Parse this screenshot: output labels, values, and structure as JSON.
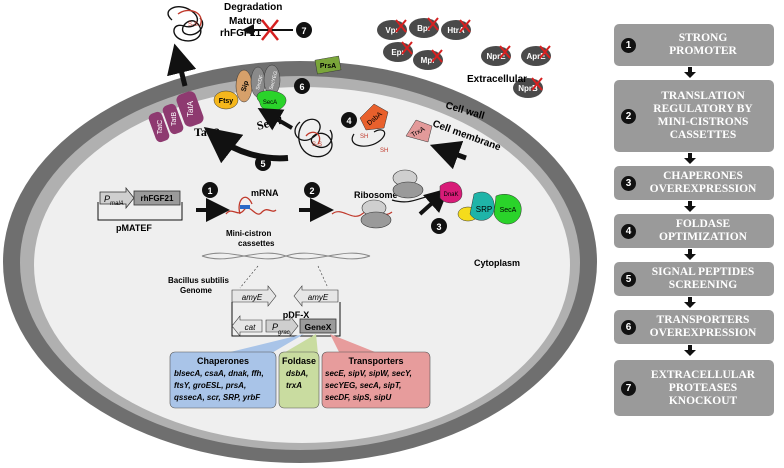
{
  "labels": {
    "degradation": "Degradation",
    "mature": "Mature",
    "product": "rhFGF21",
    "extracellular": "Extracellular",
    "cell_wall": "Cell wall",
    "cell_membrane": "Cell membrane",
    "cytoplasm": "Cytoplasm",
    "tat_q": "Tat ?",
    "sec_q": "Sec ?",
    "mrna": "mRNA",
    "ribosome": "Ribosome",
    "minicistron": "Mini-cistron\ncassettes",
    "pmatef": "pMATEF",
    "pmala_p": "P",
    "pmala_sub": "malA",
    "genome": "Bacillus subtilis\nGenome",
    "amye": "amyE",
    "pdfx": "pDF-X",
    "cat": "cat",
    "pgrac_p": "P",
    "pgrac_sub": "grac",
    "genex": "GeneX",
    "ss": "S-S",
    "sh": "SH"
  },
  "proteases": [
    "Vpr",
    "Bpr",
    "HtrA",
    "Epr",
    "Mpr",
    "NprE",
    "AprE",
    "NprB"
  ],
  "membrane_proteins": {
    "tatc": "TatC",
    "tatb": "TatB",
    "tata": "TatA",
    "ftsy": "Ftsy",
    "sip": "Sip",
    "secdf": "SecDF",
    "secyeg": "SecYEG",
    "seca": "SecA",
    "prsa": "PrsA",
    "dsba": "DsbA",
    "trxa": "TrxA",
    "dnak": "DnaK",
    "srp": "SRP",
    "seca2": "SecA"
  },
  "boxes": {
    "chaperones": {
      "title": "Chaperones",
      "lines": [
        "blsecA, csaA, dnak, ffh,",
        "ftsY, groESL, prsA,",
        "qssecA, scr, SRP, yrbF"
      ],
      "color": "#a9c4e8"
    },
    "foldase": {
      "title": "Foldase",
      "lines": [
        "dsbA,",
        "trxA"
      ],
      "color": "#c9dca0"
    },
    "transporters": {
      "title": "Transporters",
      "lines": [
        "secE, sipV, sipW, secY,",
        "secYEG, secA, sipT,",
        "secDF, sipS, sipU"
      ],
      "color": "#e79c9c"
    }
  },
  "step_nums": [
    "1",
    "2",
    "3",
    "4",
    "5",
    "6",
    "7"
  ],
  "steps": [
    {
      "num": "1",
      "label": "STRONG\nPROMOTER"
    },
    {
      "num": "2",
      "label": "TRANSLATION\nREGULATORY BY\nMINI-CISTRONS\nCASSETTES"
    },
    {
      "num": "3",
      "label": "CHAPERONES\nOVEREXPRESSION"
    },
    {
      "num": "4",
      "label": "FOLDASE\nOPTIMIZATION"
    },
    {
      "num": "5",
      "label": "SIGNAL PEPTIDES\nSCREENING"
    },
    {
      "num": "6",
      "label": "TRANSPORTERS\nOVEREXPRESSION"
    },
    {
      "num": "7",
      "label": "EXTRACELLULAR\nPROTEASES\nKNOCKOUT"
    }
  ],
  "colors": {
    "membrane": "#b0b0b0",
    "wall": "#6f6f6f",
    "cytoplasm": "#efefef",
    "step_box": "#9a9a9a"
  }
}
